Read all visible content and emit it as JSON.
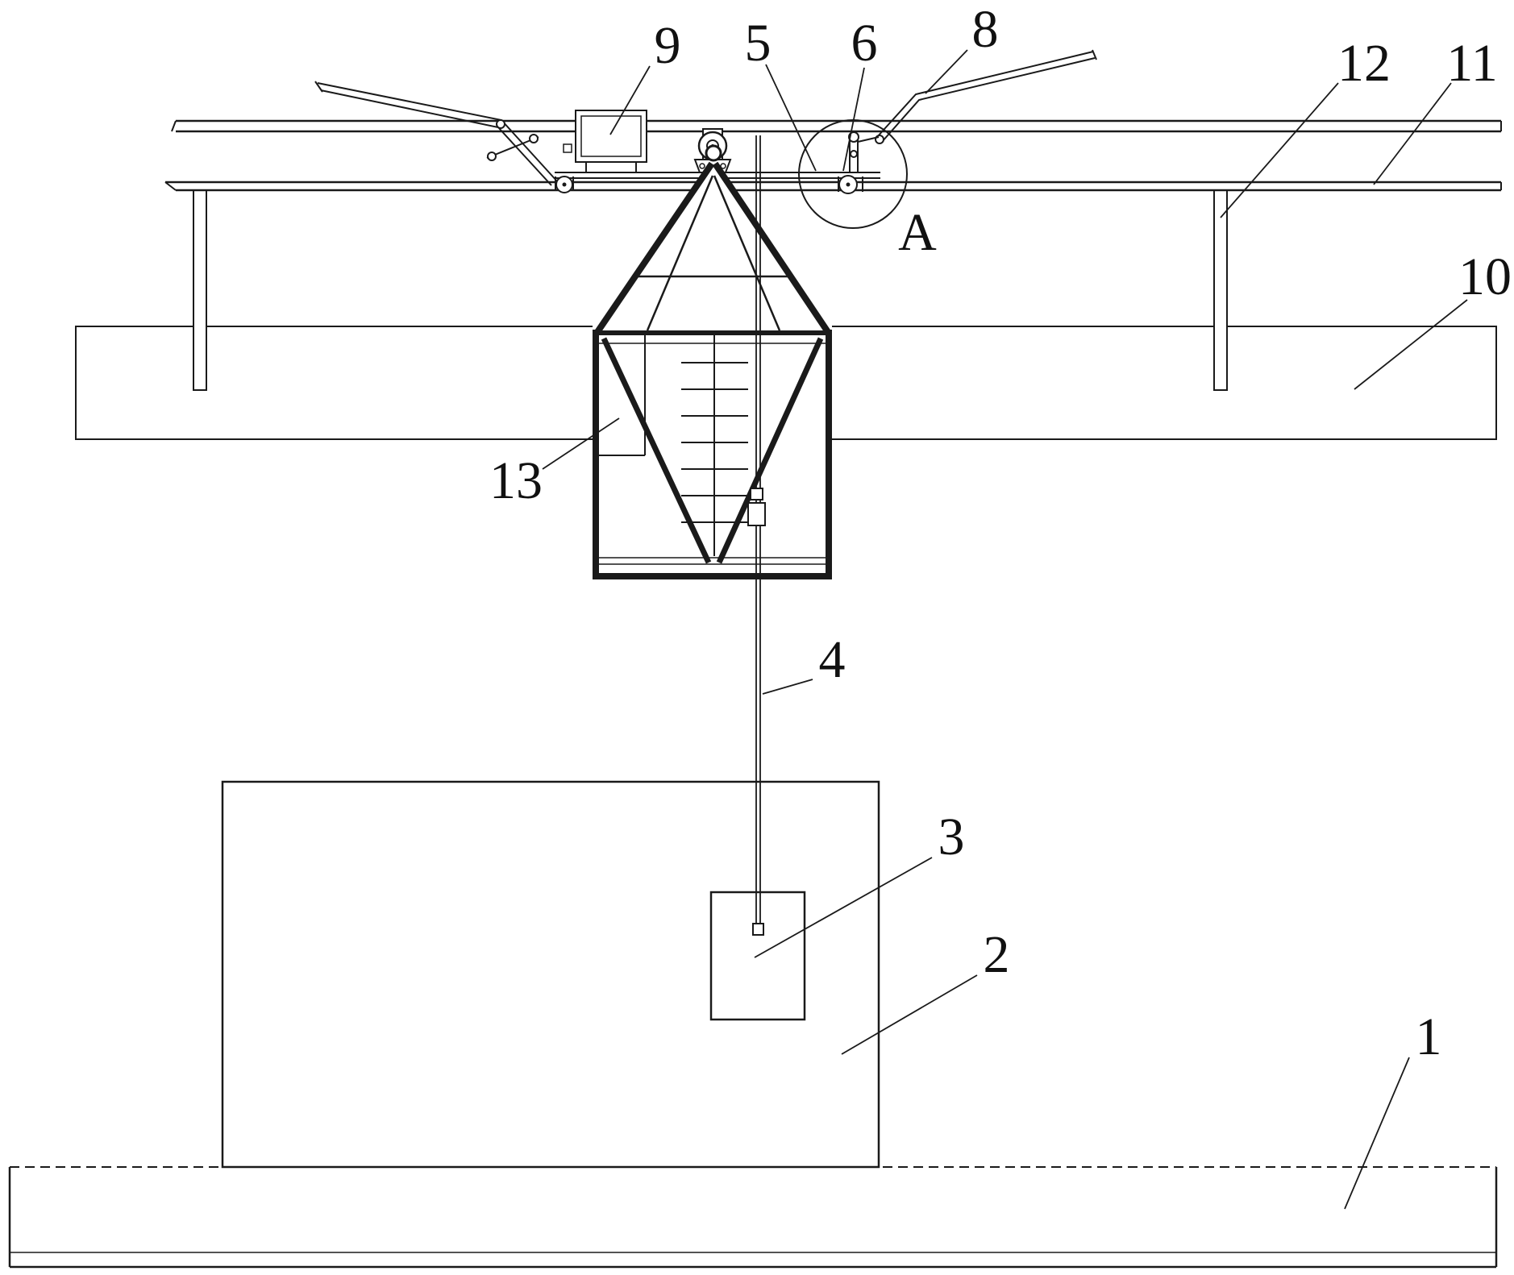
{
  "figure": {
    "colors": {
      "background": "#ffffff",
      "line": "#1a1a1a"
    },
    "labels": {
      "p1": "1",
      "p2": "2",
      "p3": "3",
      "p4": "4",
      "p5": "5",
      "p6": "6",
      "p8": "8",
      "p9": "9",
      "p10": "10",
      "p11": "11",
      "p12": "12",
      "p13": "13",
      "detail_a": "A"
    }
  }
}
